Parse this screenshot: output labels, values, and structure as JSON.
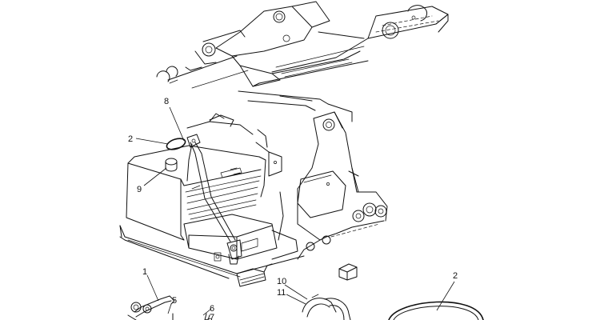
{
  "callouts": {
    "c8": "8",
    "c2a": "2",
    "c9": "9",
    "c1": "1",
    "c5": "5",
    "c6": "6",
    "c7": "7",
    "c10": "10",
    "c11": "11",
    "c2b": "2"
  },
  "colors": {
    "line": "#111111",
    "background": "#ffffff"
  }
}
